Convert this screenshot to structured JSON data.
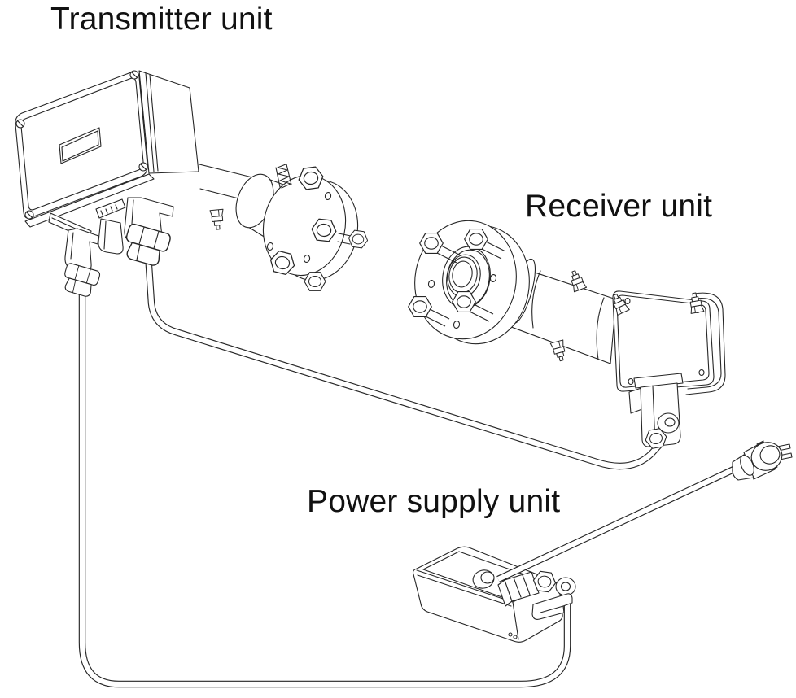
{
  "diagram": {
    "background_color": "#ffffff",
    "line_color": "#262626",
    "labels": {
      "transmitter": "Transmitter unit",
      "receiver": "Receiver unit",
      "power_supply": "Power supply unit"
    }
  }
}
